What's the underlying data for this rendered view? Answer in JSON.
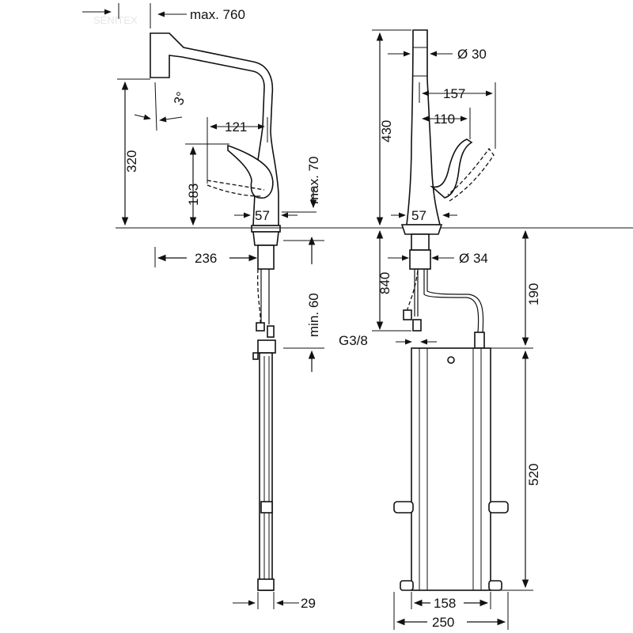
{
  "watermark": "SENITEX",
  "dimensions": {
    "max_reach": "max. 760",
    "angle": "3°",
    "spout_height": "320",
    "lever_width": "121",
    "lever_height": "183",
    "max_lever_height": "max. 70",
    "base_left": "57",
    "reach_236": "236",
    "min_clearance": "min. 60",
    "spout_diameter": "Ø 30",
    "total_height": "430",
    "lever_sweep": "157",
    "lever_sweep_inner": "110",
    "base_right": "57",
    "shank_diameter": "Ø 34",
    "hose_length": "840",
    "connector": "G3/8",
    "box_top": "190",
    "box_height": "520",
    "box_depth": "29",
    "box_inner_width": "158",
    "box_outer_width": "250"
  }
}
